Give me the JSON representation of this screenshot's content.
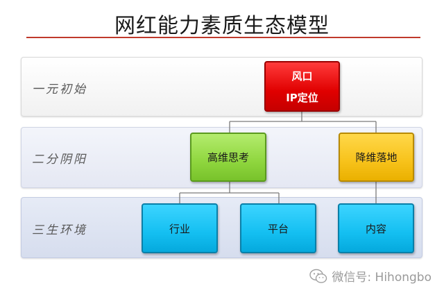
{
  "title": "网红能力素质生态模型",
  "levels": [
    {
      "label": "一元初始"
    },
    {
      "label": "二分阴阳"
    },
    {
      "label": "三生环境"
    }
  ],
  "nodes": {
    "root": {
      "line1": "风口",
      "line2": "IP定位"
    },
    "left": {
      "label": "高维思考"
    },
    "right": {
      "label": "降维落地"
    },
    "bottom": [
      {
        "label": "行业"
      },
      {
        "label": "平台"
      },
      {
        "label": "内容"
      }
    ]
  },
  "watermark": {
    "text": "微信号: Hihongbo",
    "icon": "wechat-icon"
  },
  "colors": {
    "root": "#e00000",
    "left": "#8fd63e",
    "right": "#f7c21a",
    "bottom": "#14bff1",
    "connector": "#7a7a7a"
  }
}
